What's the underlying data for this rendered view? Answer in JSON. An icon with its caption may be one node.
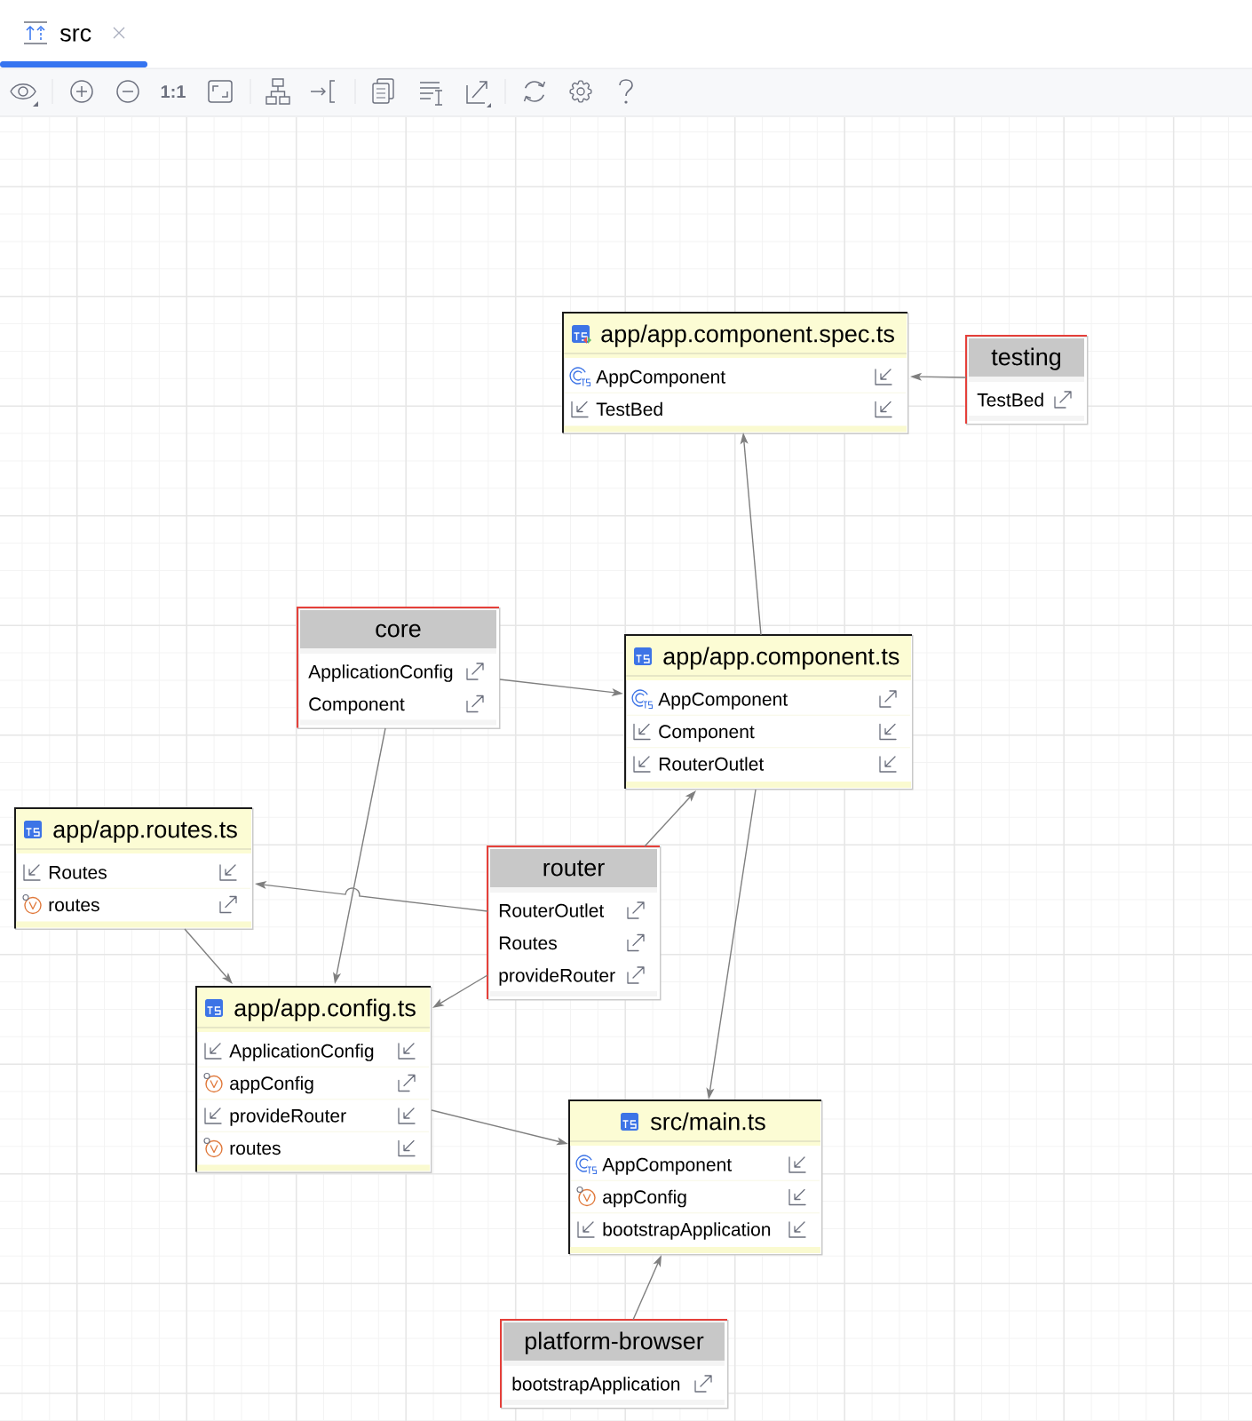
{
  "diagram": {
    "nodes": [
      {
        "text": [
          "app/app.component.spec.ts",
          "AppComponent",
          "TestBed"
        ]
      },
      {
        "text": [
          "testing",
          "TestBed"
        ]
      },
      {
        "text": [
          "core",
          "ApplicationConfig",
          "Component"
        ]
      },
      {
        "text": [
          "app/app.component.ts",
          "AppComponent",
          "Component",
          "RouterOutlet"
        ]
      },
      {
        "text": [
          "app/app.routes.ts",
          "Routes",
          "routes"
        ]
      },
      {
        "text": [
          "router",
          "RouterOutlet",
          "Routes",
          "provideRouter"
        ]
      },
      {
        "text": [
          "app/app.config.ts",
          "ApplicationConfig",
          "appConfig",
          "provideRouter",
          "routes"
        ]
      },
      {
        "text": [
          "src/main.ts",
          "AppComponent",
          "appConfig",
          "bootstrapApplication"
        ]
      },
      {
        "text": [
          "platform-browser",
          "bootstrapApplication"
        ]
      }
    ],
    "edges": [
      {
        "from": 1,
        "to": 0,
        "arrow": "to"
      },
      {
        "from": 3,
        "to": 0,
        "arrow": "to"
      },
      {
        "from": 2,
        "to": 3,
        "arrow": "to"
      },
      {
        "from": 2,
        "to": 6,
        "arrow": "to"
      },
      {
        "from": 5,
        "to": 3,
        "arrow": "to"
      },
      {
        "from": 5,
        "to": 4,
        "arrow": "to"
      },
      {
        "from": 5,
        "to": 6,
        "arrow": "to"
      },
      {
        "from": 4,
        "to": 6,
        "arrow": "to"
      },
      {
        "from": 3,
        "to": 7,
        "arrow": "to"
      },
      {
        "from": 6,
        "to": 7,
        "arrow": "to"
      },
      {
        "from": 8,
        "to": 7,
        "arrow": "to"
      }
    ],
    "labels": [
      "src",
      "1:1"
    ]
  }
}
